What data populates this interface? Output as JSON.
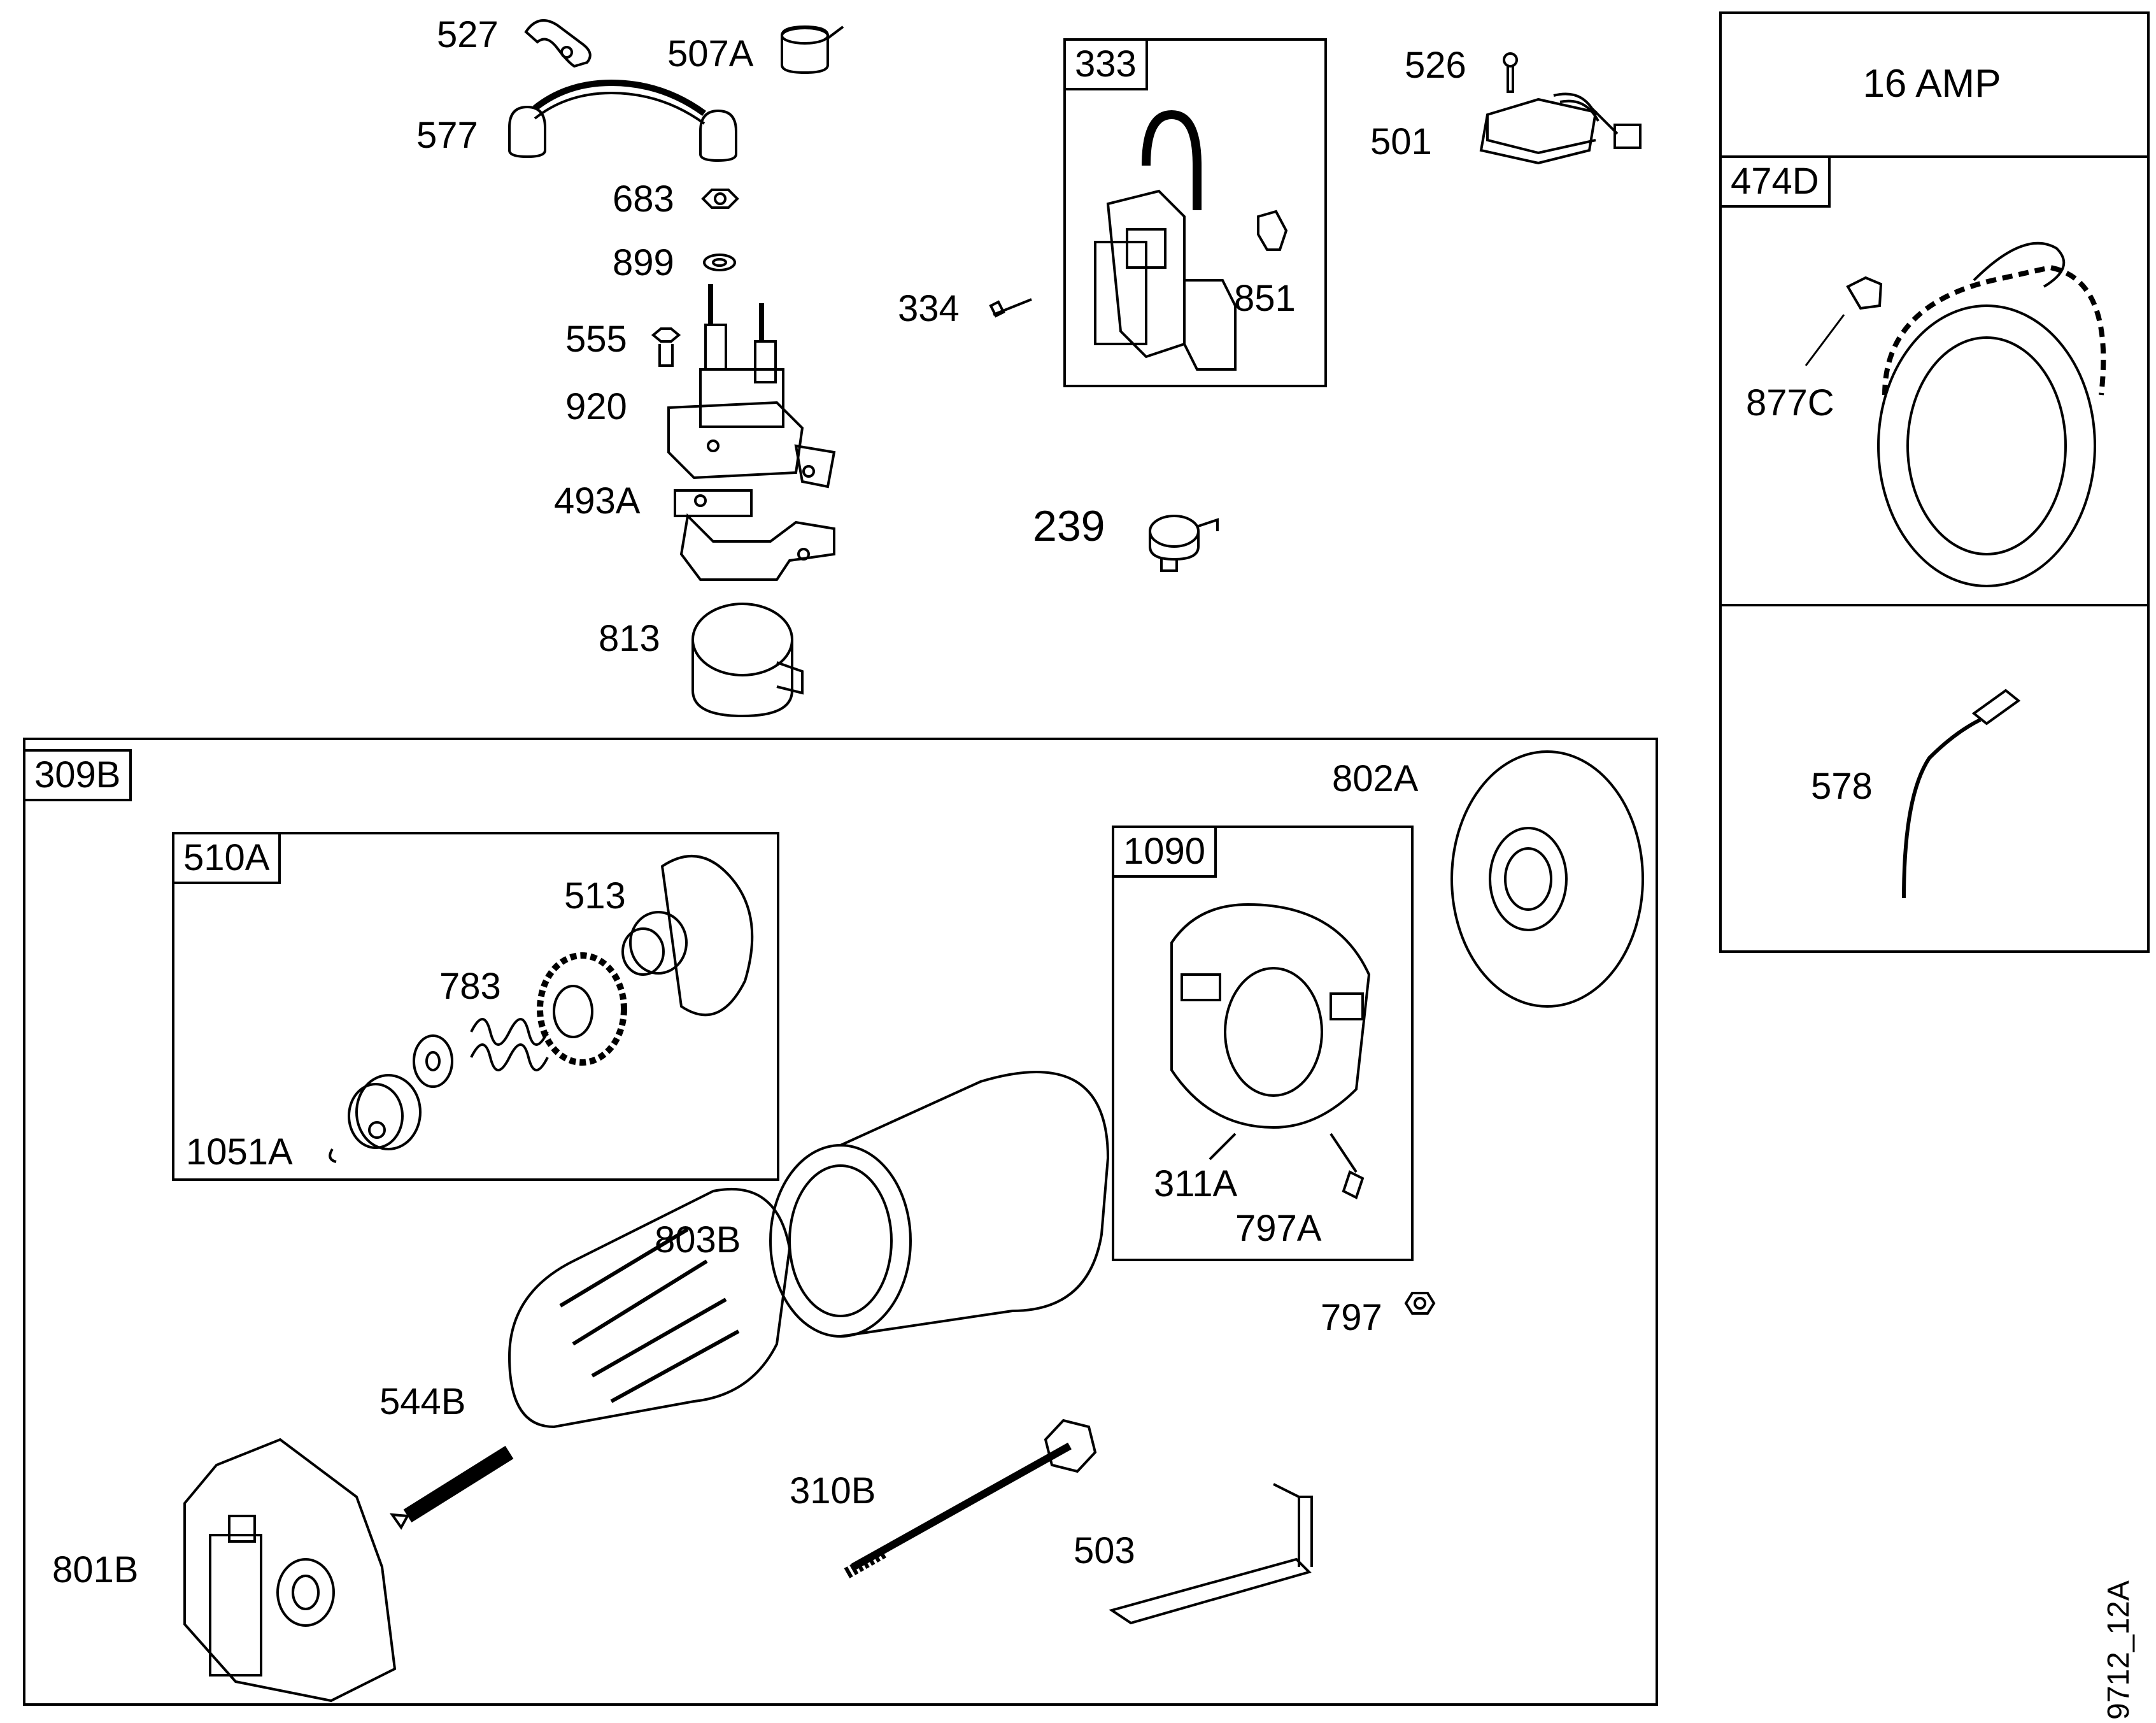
{
  "diagram": {
    "part_labels": {
      "p527": "527",
      "p507A": "507A",
      "p577": "577",
      "p683": "683",
      "p899": "899",
      "p555": "555",
      "p920": "920",
      "p493A": "493A",
      "p813": "813",
      "p333": "333",
      "p334": "334",
      "p851": "851",
      "p526": "526",
      "p501": "501",
      "p239": "239",
      "p309B": "309B",
      "p510A": "510A",
      "p513": "513",
      "p783": "783",
      "p1051A": "1051A",
      "p1090": "1090",
      "p311A": "311A",
      "p797A": "797A",
      "p802A": "802A",
      "p797": "797",
      "p803B": "803B",
      "p544B": "544B",
      "p310B": "310B",
      "p503": "503",
      "p801B": "801B",
      "p474D": "474D",
      "p877C": "877C",
      "p578": "578"
    },
    "alternator_heading": "16 AMP",
    "drawing_id": "9712_12A"
  }
}
